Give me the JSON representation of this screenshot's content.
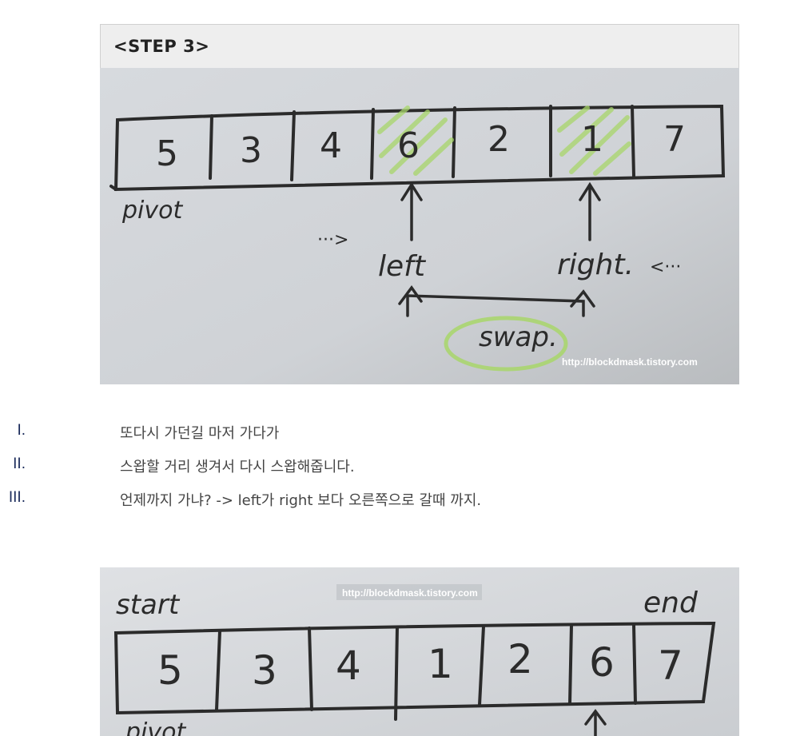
{
  "step_heading": "<STEP 3>",
  "photo1": {
    "cells": [
      "5",
      "3",
      "4",
      "6",
      "2",
      "1",
      "7"
    ],
    "pivot_label": "pivot",
    "left_label": "left",
    "right_label": "right.",
    "left_dots": "···>",
    "right_dots": "<···",
    "swap_label": "swap.",
    "watermark": "http://blockdmask.tistory.com"
  },
  "notes": [
    {
      "marker": "I.",
      "text": "또다시 가던길 마저 가다가"
    },
    {
      "marker": "II.",
      "text": "스왑할 거리 생겨서 다시 스왑해줍니다."
    },
    {
      "marker": "III.",
      "text": "언제까지 가냐? -> left가 right 보다 오른쪽으로 갈때 까지."
    }
  ],
  "photo2": {
    "start_label": "start",
    "end_label": "end",
    "cells": [
      "5",
      "3",
      "4",
      "1",
      "2",
      "6",
      "7"
    ],
    "pivot_label": "pivot",
    "watermark": "http://blockdmask.tistory.com"
  }
}
